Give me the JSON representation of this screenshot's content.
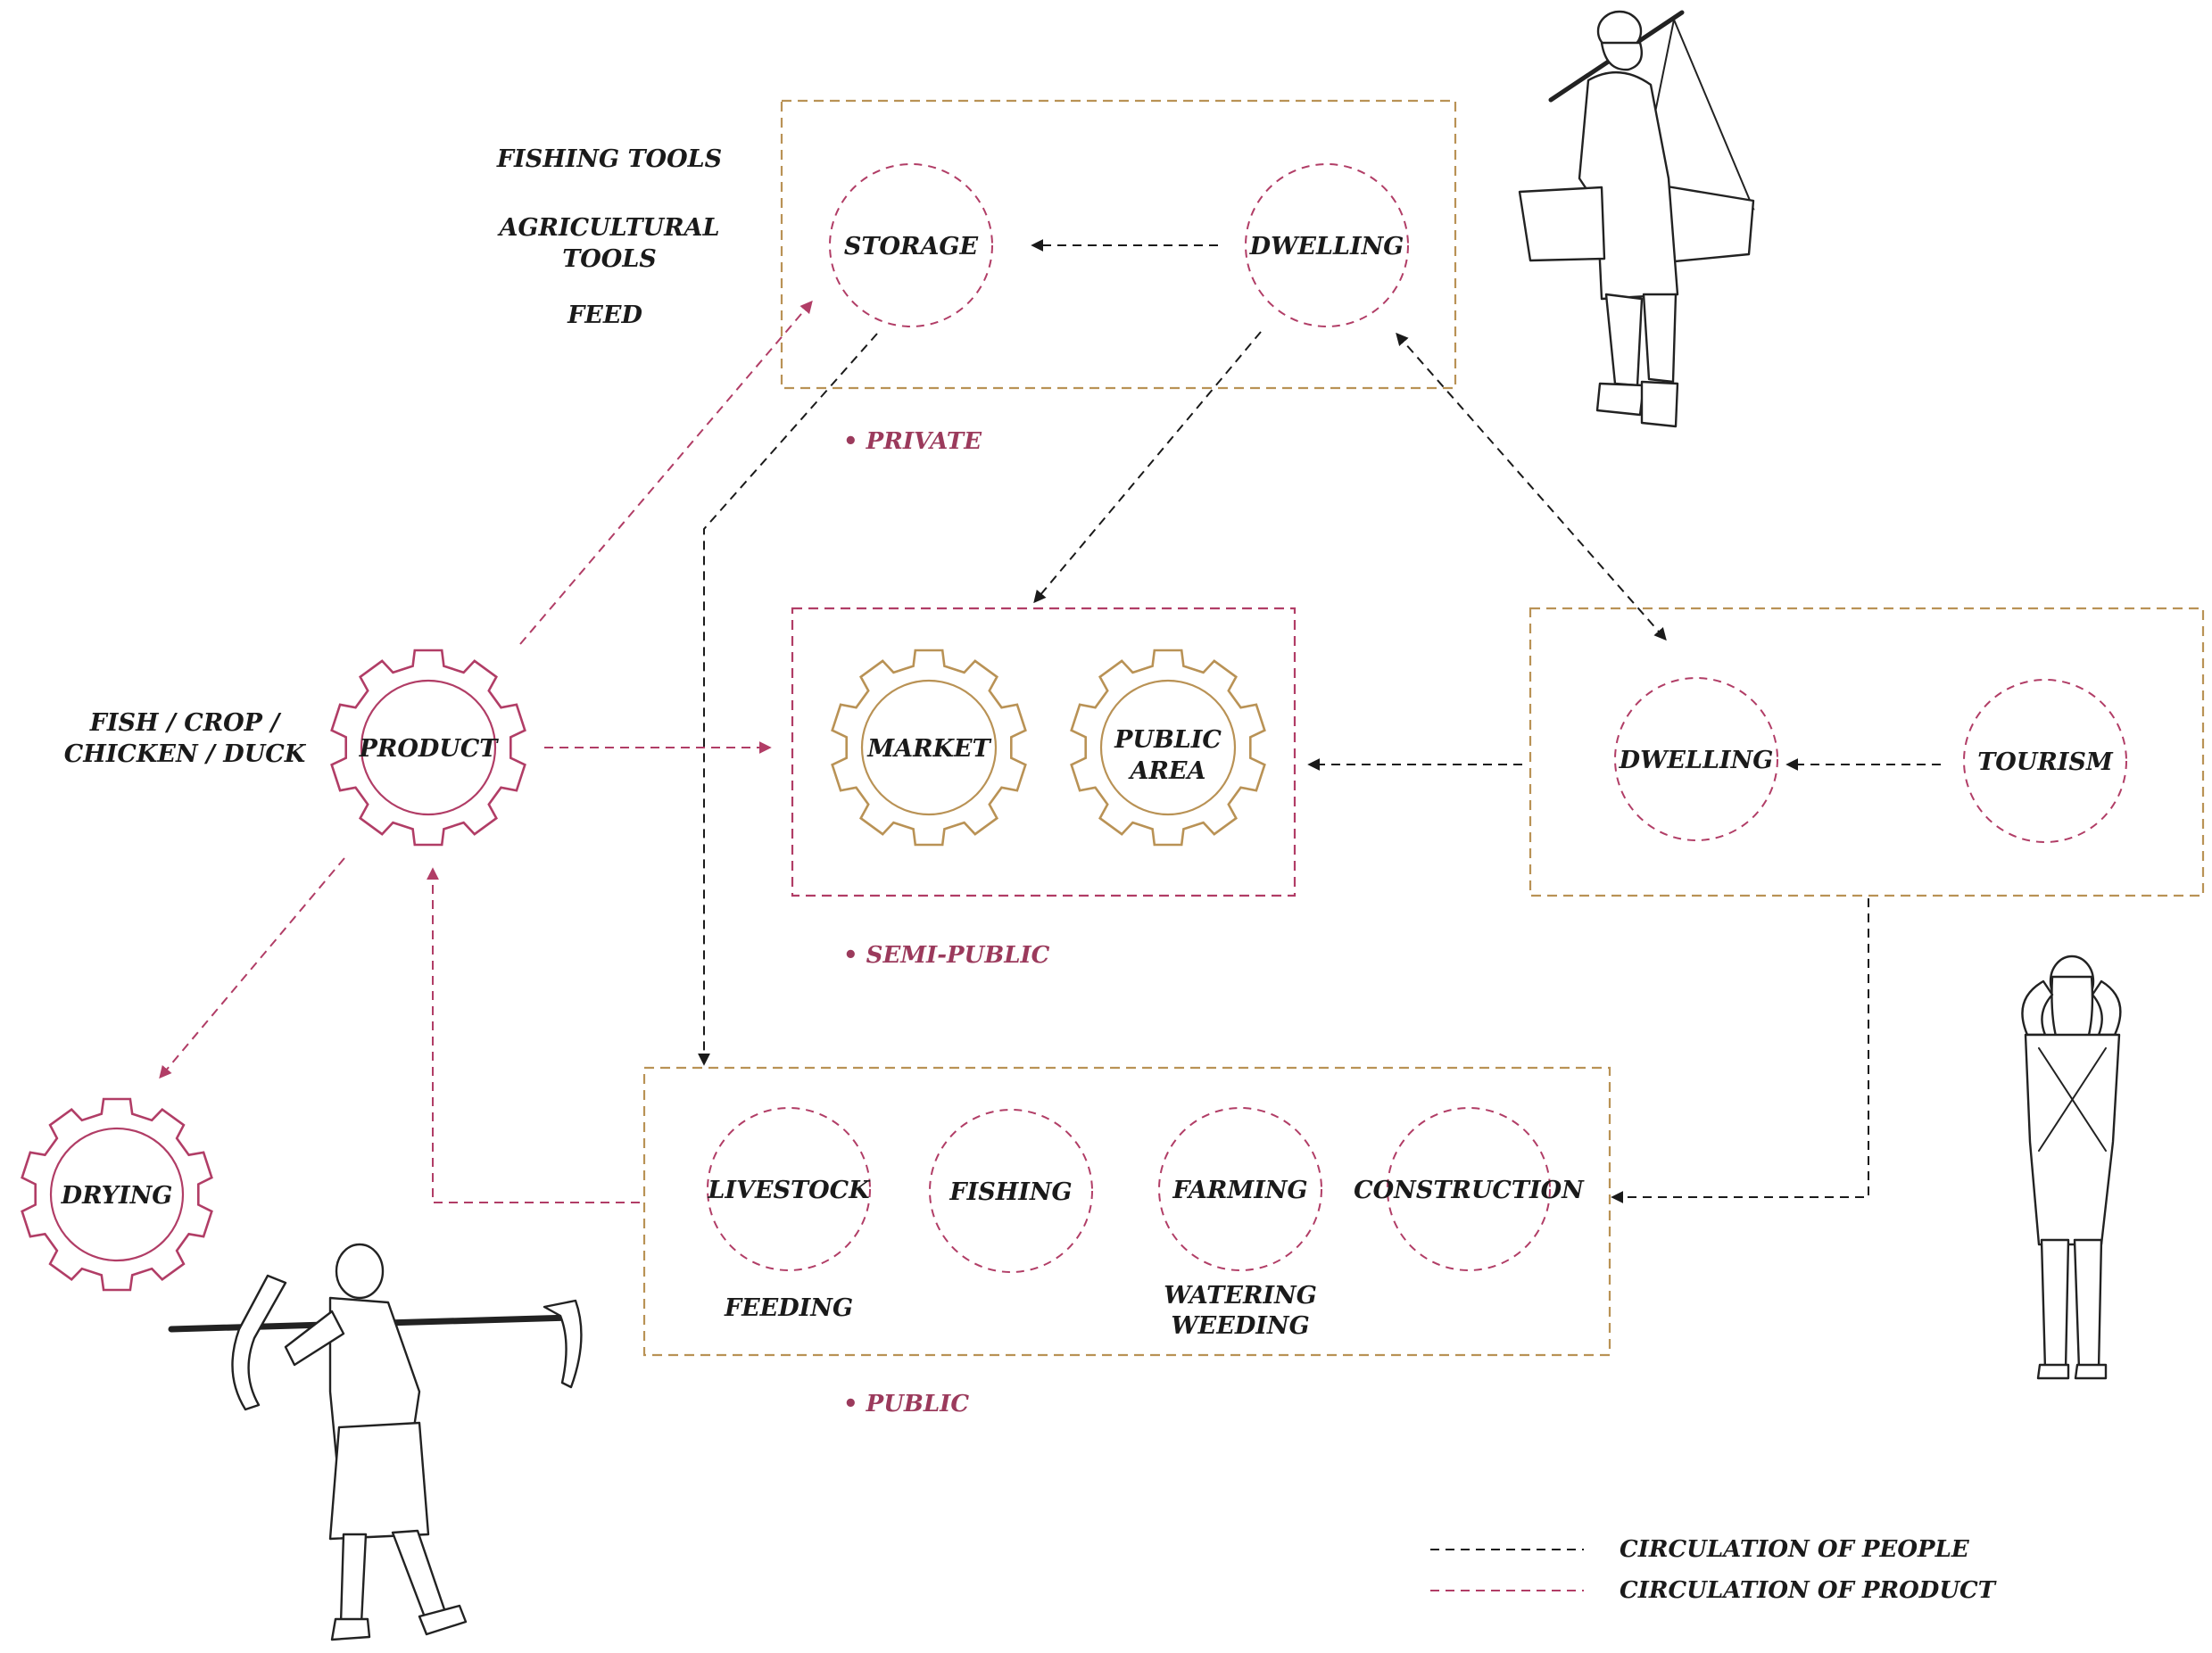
{
  "zones": {
    "private": "• PRIVATE",
    "semi_public": "• SEMI-PUBLIC",
    "public": "• PUBLIC"
  },
  "nodes": {
    "storage": "STORAGE",
    "dwelling_private": "DWELLING",
    "product": "PRODUCT",
    "market": "MARKET",
    "public_area": [
      "PUBLIC",
      "AREA"
    ],
    "dwelling_tourism": "DWELLING",
    "tourism": "TOURISM",
    "drying": "DRYING",
    "livestock": "LIVESTOCK",
    "fishing": "FISHING",
    "farming": "FARMING",
    "construction": "CONSTRUCTION"
  },
  "annotations": {
    "fishing_tools": "FISHING TOOLS",
    "agricultural_tools": [
      "AGRICULTURAL",
      "TOOLS"
    ],
    "feed": "FEED",
    "fish_crop": [
      "FISH / CROP /",
      "CHICKEN / DUCK"
    ],
    "feeding": "FEEDING",
    "watering_weeding": [
      "WATERING",
      "WEEDING"
    ]
  },
  "legend": {
    "people": "CIRCULATION OF PEOPLE",
    "product": "CIRCULATION OF PRODUCT"
  },
  "colors": {
    "accent_pink": "#b13d66",
    "accent_tan": "#b99255",
    "people_line": "#1a1a1a"
  },
  "icons": [
    "fisherman-figure",
    "farmer-figure",
    "photographer-figure"
  ]
}
